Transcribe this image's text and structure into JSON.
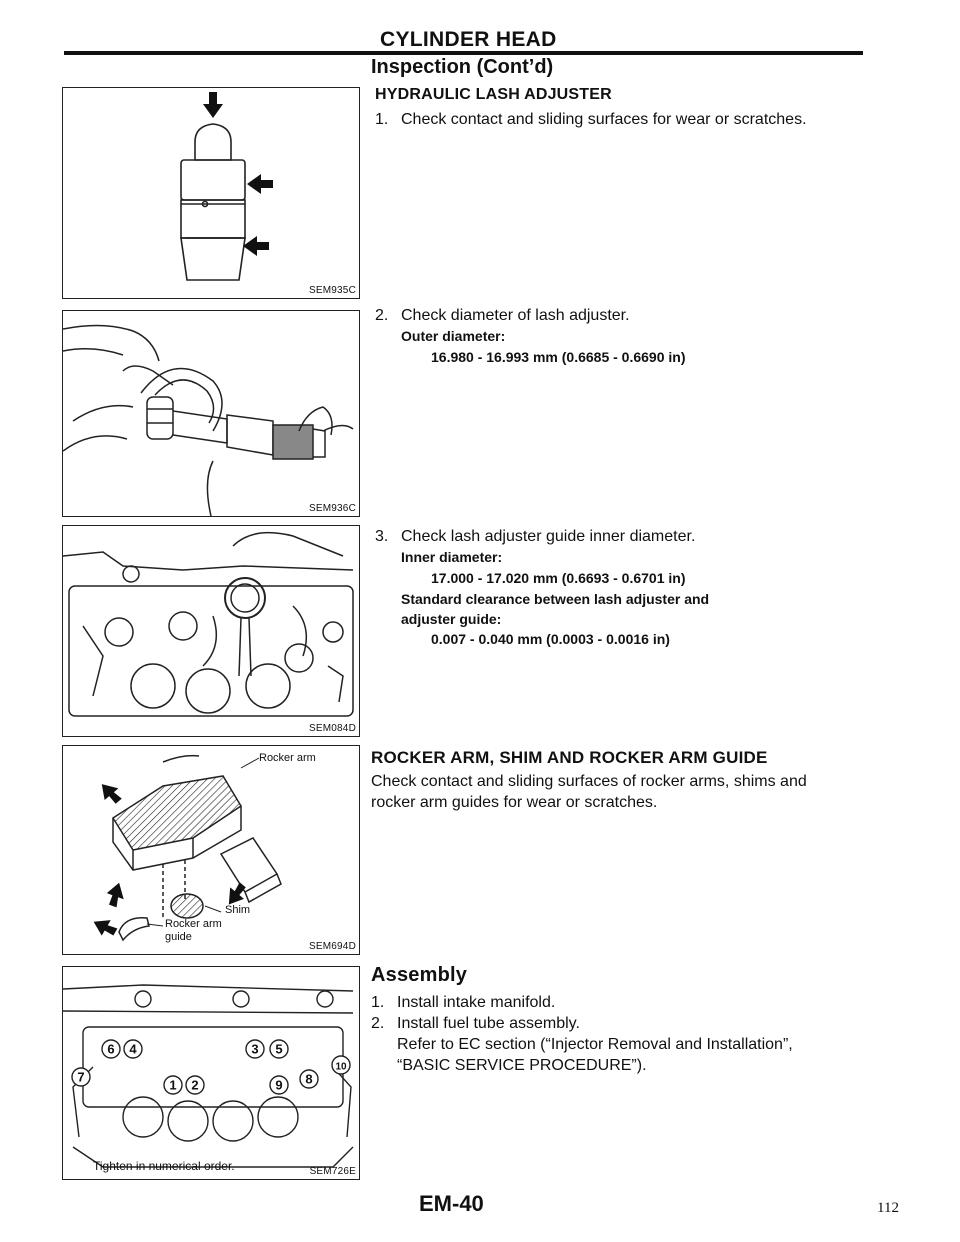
{
  "header": {
    "title": "CYLINDER HEAD",
    "subtitle": "Inspection (Cont’d)"
  },
  "lash_adjuster": {
    "heading": "HYDRAULIC LASH ADJUSTER",
    "step1": {
      "num": "1.",
      "text": "Check contact and sliding surfaces for wear or scratches."
    },
    "step2": {
      "num": "2.",
      "text": "Check diameter of lash adjuster.",
      "spec_label": "Outer diameter:",
      "spec_value": "16.980 - 16.993 mm (0.6685 - 0.6690 in)"
    },
    "step3": {
      "num": "3.",
      "text": "Check lash adjuster guide inner diameter.",
      "spec_label": "Inner diameter:",
      "spec_value": "17.000 - 17.020 mm (0.6693 - 0.6701 in)",
      "clearance_label_1": "Standard clearance between lash adjuster and",
      "clearance_label_2": "adjuster guide:",
      "clearance_value": "0.007 - 0.040 mm (0.0003 - 0.0016 in)"
    }
  },
  "rocker": {
    "heading": "ROCKER ARM, SHIM AND ROCKER ARM GUIDE",
    "line1": "Check contact and sliding surfaces of rocker arms, shims and",
    "line2": "rocker arm guides for wear or scratches."
  },
  "assembly": {
    "heading": "Assembly",
    "step1": {
      "num": "1.",
      "text": "Install intake manifold."
    },
    "step2": {
      "num": "2.",
      "text": "Install fuel tube assembly.",
      "line2": "Refer to EC section (“Injector Removal and Installation”,",
      "line3": "“BASIC SERVICE PROCEDURE”)."
    }
  },
  "figures": {
    "fig1": {
      "code": "SEM935C"
    },
    "fig2": {
      "code": "SEM936C"
    },
    "fig3": {
      "code": "SEM084D"
    },
    "fig4": {
      "code": "SEM694D",
      "label_rocker_arm": "Rocker arm",
      "label_shim": "Shim",
      "label_guide_1": "Rocker arm",
      "label_guide_2": "guide"
    },
    "fig5": {
      "code": "SEM726E",
      "label": "Tighten in numerical order.",
      "bolt_numbers": [
        "1",
        "2",
        "3",
        "4",
        "5",
        "6",
        "7",
        "8",
        "9",
        "10"
      ]
    }
  },
  "footer": {
    "section_page": "EM-40",
    "page_number": "112"
  }
}
